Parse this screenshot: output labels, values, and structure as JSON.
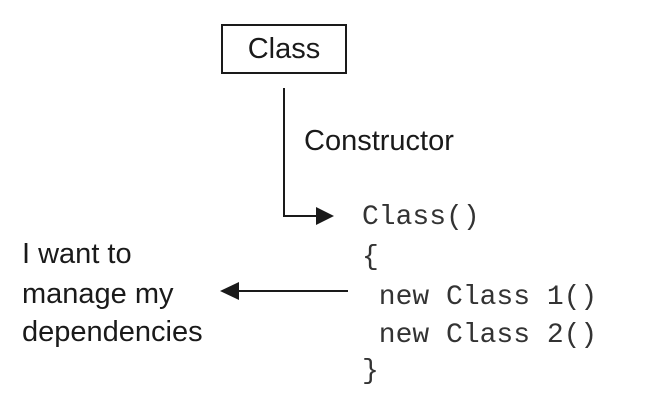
{
  "class_box": {
    "label": "Class"
  },
  "constructor_label": "Constructor",
  "code": {
    "signature": "Class()",
    "open_brace": "{",
    "line1": " new Class 1()",
    "line2": " new Class 2()",
    "close_brace": "}"
  },
  "note": {
    "line1": "I want to",
    "line2": "manage my",
    "line3": "dependencies"
  }
}
